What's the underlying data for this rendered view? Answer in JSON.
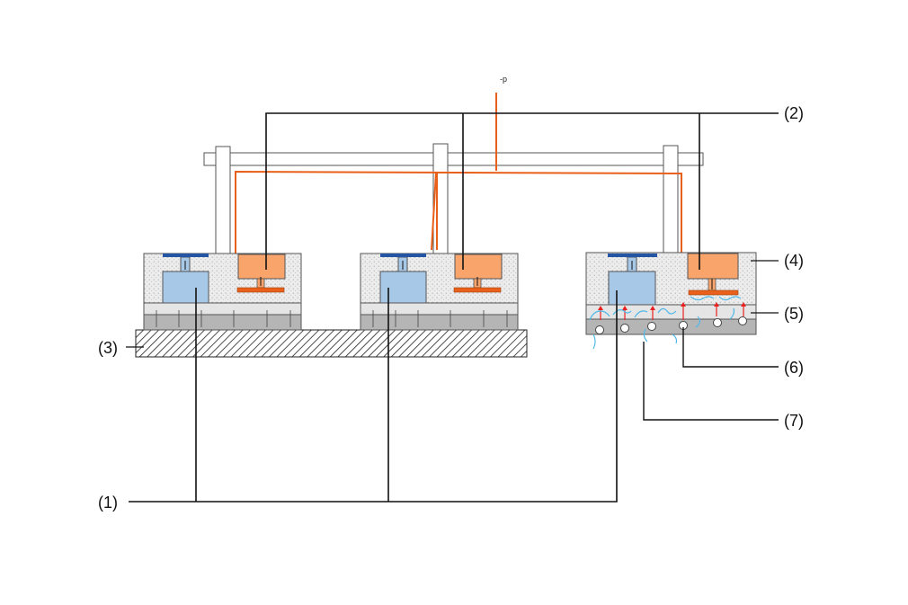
{
  "labels": {
    "l1": "(1)",
    "l2": "(2)",
    "l3": "(3)",
    "l4": "(4)",
    "l5": "(5)",
    "l6": "(6)",
    "l7": "(7)",
    "pressure": "-p"
  },
  "colors": {
    "orange_line": "#e8601a",
    "orange_fill": "#f9a46a",
    "blue_fill": "#a8c8e8",
    "blue_cap": "#2455a4",
    "blue_flow": "#4fb8e8",
    "red_arrow": "#e82020",
    "dotted_fill": "#eeeeee",
    "dark_band": "#b5b5b5",
    "light_band": "#e5e5e5"
  }
}
